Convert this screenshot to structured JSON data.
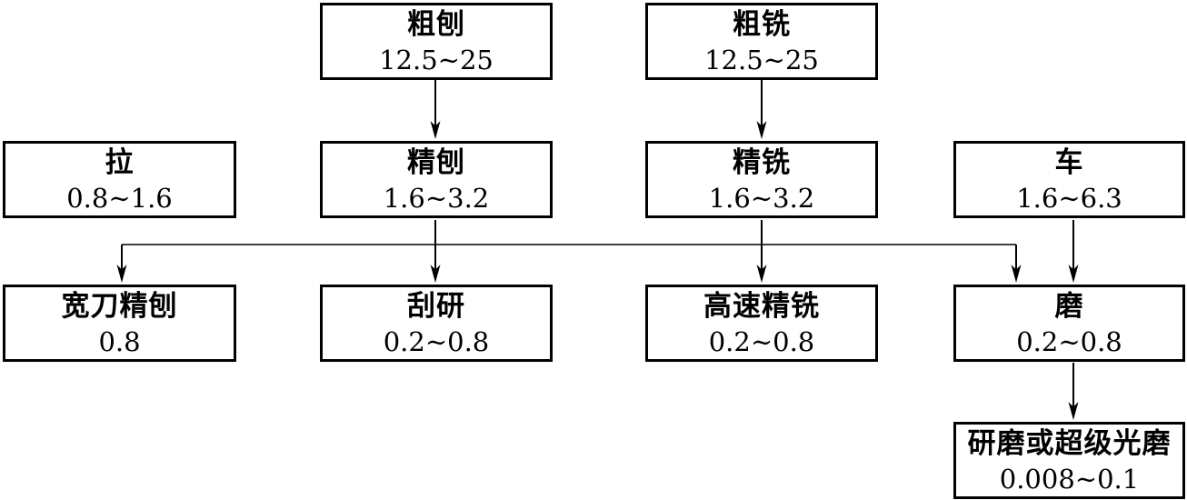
{
  "diagram": {
    "background_color": "#ffffff",
    "line_color": "#000000",
    "text_color": "#000000",
    "nodes": {
      "rough_planing": {
        "label": "粗刨",
        "value": "12.5∼25"
      },
      "rough_milling": {
        "label": "粗铣",
        "value": "12.5∼25"
      },
      "broaching": {
        "label": "拉",
        "value": "0.8∼1.6"
      },
      "finish_planing": {
        "label": "精刨",
        "value": "1.6∼3.2"
      },
      "finish_milling": {
        "label": "精铣",
        "value": "1.6∼3.2"
      },
      "turning": {
        "label": "车",
        "value": "1.6∼6.3"
      },
      "wide_blade_finish_planing": {
        "label": "宽刀精刨",
        "value": "0.8"
      },
      "scraping": {
        "label": "刮研",
        "value": "0.2∼0.8"
      },
      "high_speed_finish_milling": {
        "label": "高速精铣",
        "value": "0.2∼0.8"
      },
      "grinding": {
        "label": "磨",
        "value": "0.2∼0.8"
      },
      "lapping_or_superfinishing": {
        "label": "研磨或超级光磨",
        "value": "0.008∼0.1"
      }
    },
    "edges": [
      {
        "from": "rough_planing",
        "to": "finish_planing"
      },
      {
        "from": "rough_milling",
        "to": "finish_milling"
      },
      {
        "from": "finish_planing",
        "to": "scraping"
      },
      {
        "from": "finish_milling",
        "to": "high_speed_finish_milling"
      },
      {
        "from": "trunk",
        "to": "wide_blade_finish_planing"
      },
      {
        "from": "trunk",
        "to": "grinding"
      },
      {
        "from": "turning",
        "to": "grinding"
      },
      {
        "from": "grinding",
        "to": "lapping_or_superfinishing"
      }
    ],
    "trunk": {
      "fed_by": [
        "finish_planing",
        "finish_milling"
      ],
      "feeds": [
        "wide_blade_finish_planing",
        "grinding"
      ]
    }
  }
}
